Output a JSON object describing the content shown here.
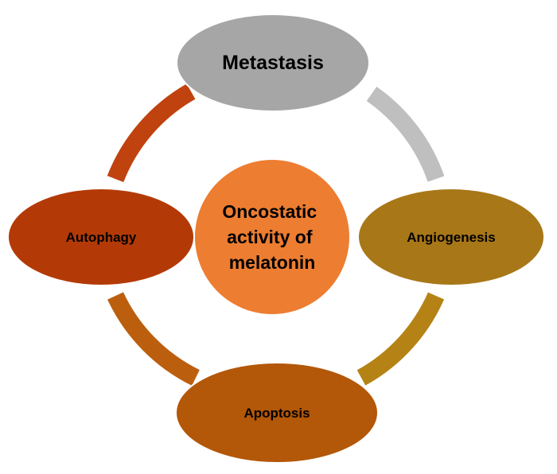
{
  "center": {
    "lines": [
      "Oncostatic",
      "activity of",
      "melatonin"
    ],
    "color": "#ED7D31",
    "text_color": "#1F1F1F"
  },
  "nodes": [
    {
      "id": "metastasis",
      "label": "Metastasis",
      "color": "#A6A6A6"
    },
    {
      "id": "angiogenesis",
      "label": "Angiogenesis",
      "color": "#A87718"
    },
    {
      "id": "apoptosis",
      "label": "Apoptosis",
      "color": "#B35708"
    },
    {
      "id": "autophagy",
      "label": "Autophagy",
      "color": "#B33A06"
    }
  ],
  "connectors": [
    {
      "id": "metastasis-to-angiogenesis",
      "color": "#BFBFBF"
    },
    {
      "id": "angiogenesis-to-apoptosis",
      "color": "#B58215"
    },
    {
      "id": "apoptosis-to-autophagy",
      "color": "#BB5F0F"
    },
    {
      "id": "autophagy-to-metastasis",
      "color": "#C0420E"
    }
  ]
}
